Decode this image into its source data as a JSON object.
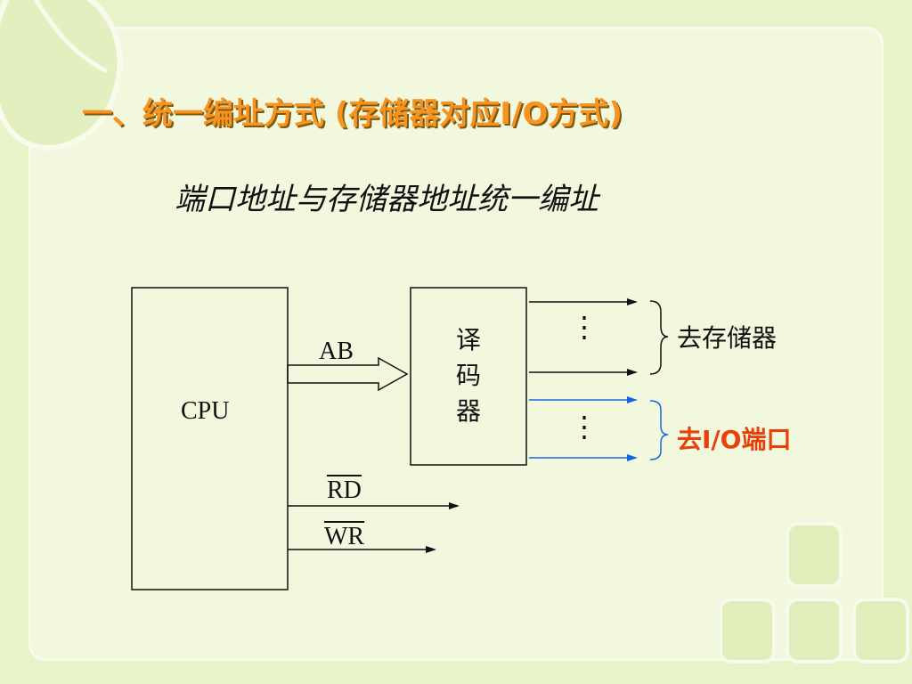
{
  "title": "一、统一编址方式  (存储器对应I/O方式)",
  "subtitle": "端口地址与存储器地址统一编址",
  "diagram": {
    "cpu_label": "CPU",
    "ab_label": "AB",
    "decoder_label": "译\n码\n器",
    "rd_label": "RD",
    "wr_label": "WR",
    "dots": "⋮",
    "memory_target": "去存储器",
    "io_target": "去I/O端口"
  },
  "colors": {
    "title": "#f7931e",
    "io_text": "#e8400c",
    "io_lines": "#1565e0",
    "lines": "#111111"
  }
}
